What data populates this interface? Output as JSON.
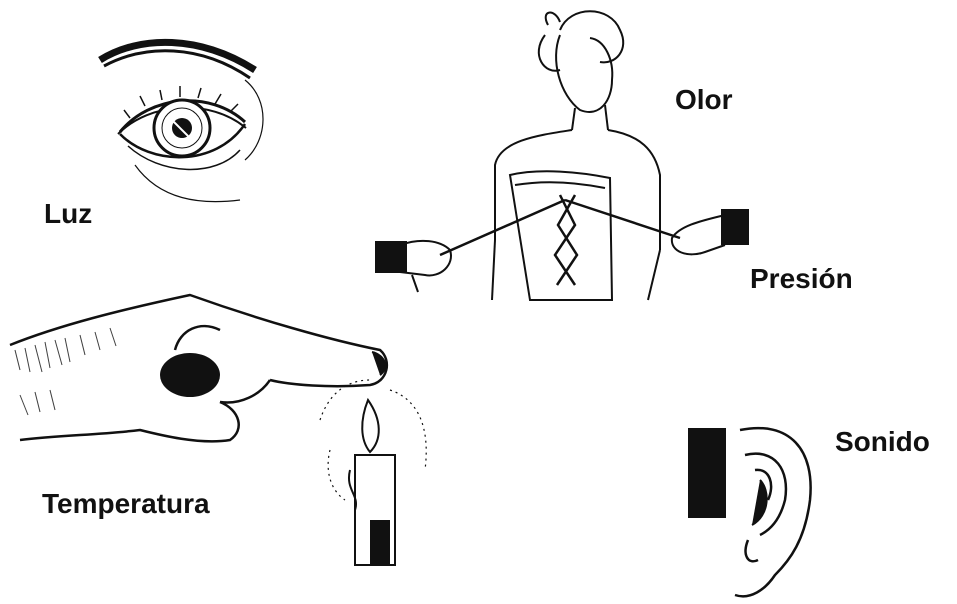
{
  "labels": {
    "luz": "Luz",
    "olor": "Olor",
    "presion": "Presión",
    "temperatura": "Temperatura",
    "sonido": "Sonido"
  },
  "illustrations": [
    "eye-icon",
    "woman-back-icon",
    "hand-finger-icon",
    "candle-icon",
    "ear-icon"
  ],
  "colors": {
    "ink": "#111111",
    "background": "#ffffff"
  }
}
